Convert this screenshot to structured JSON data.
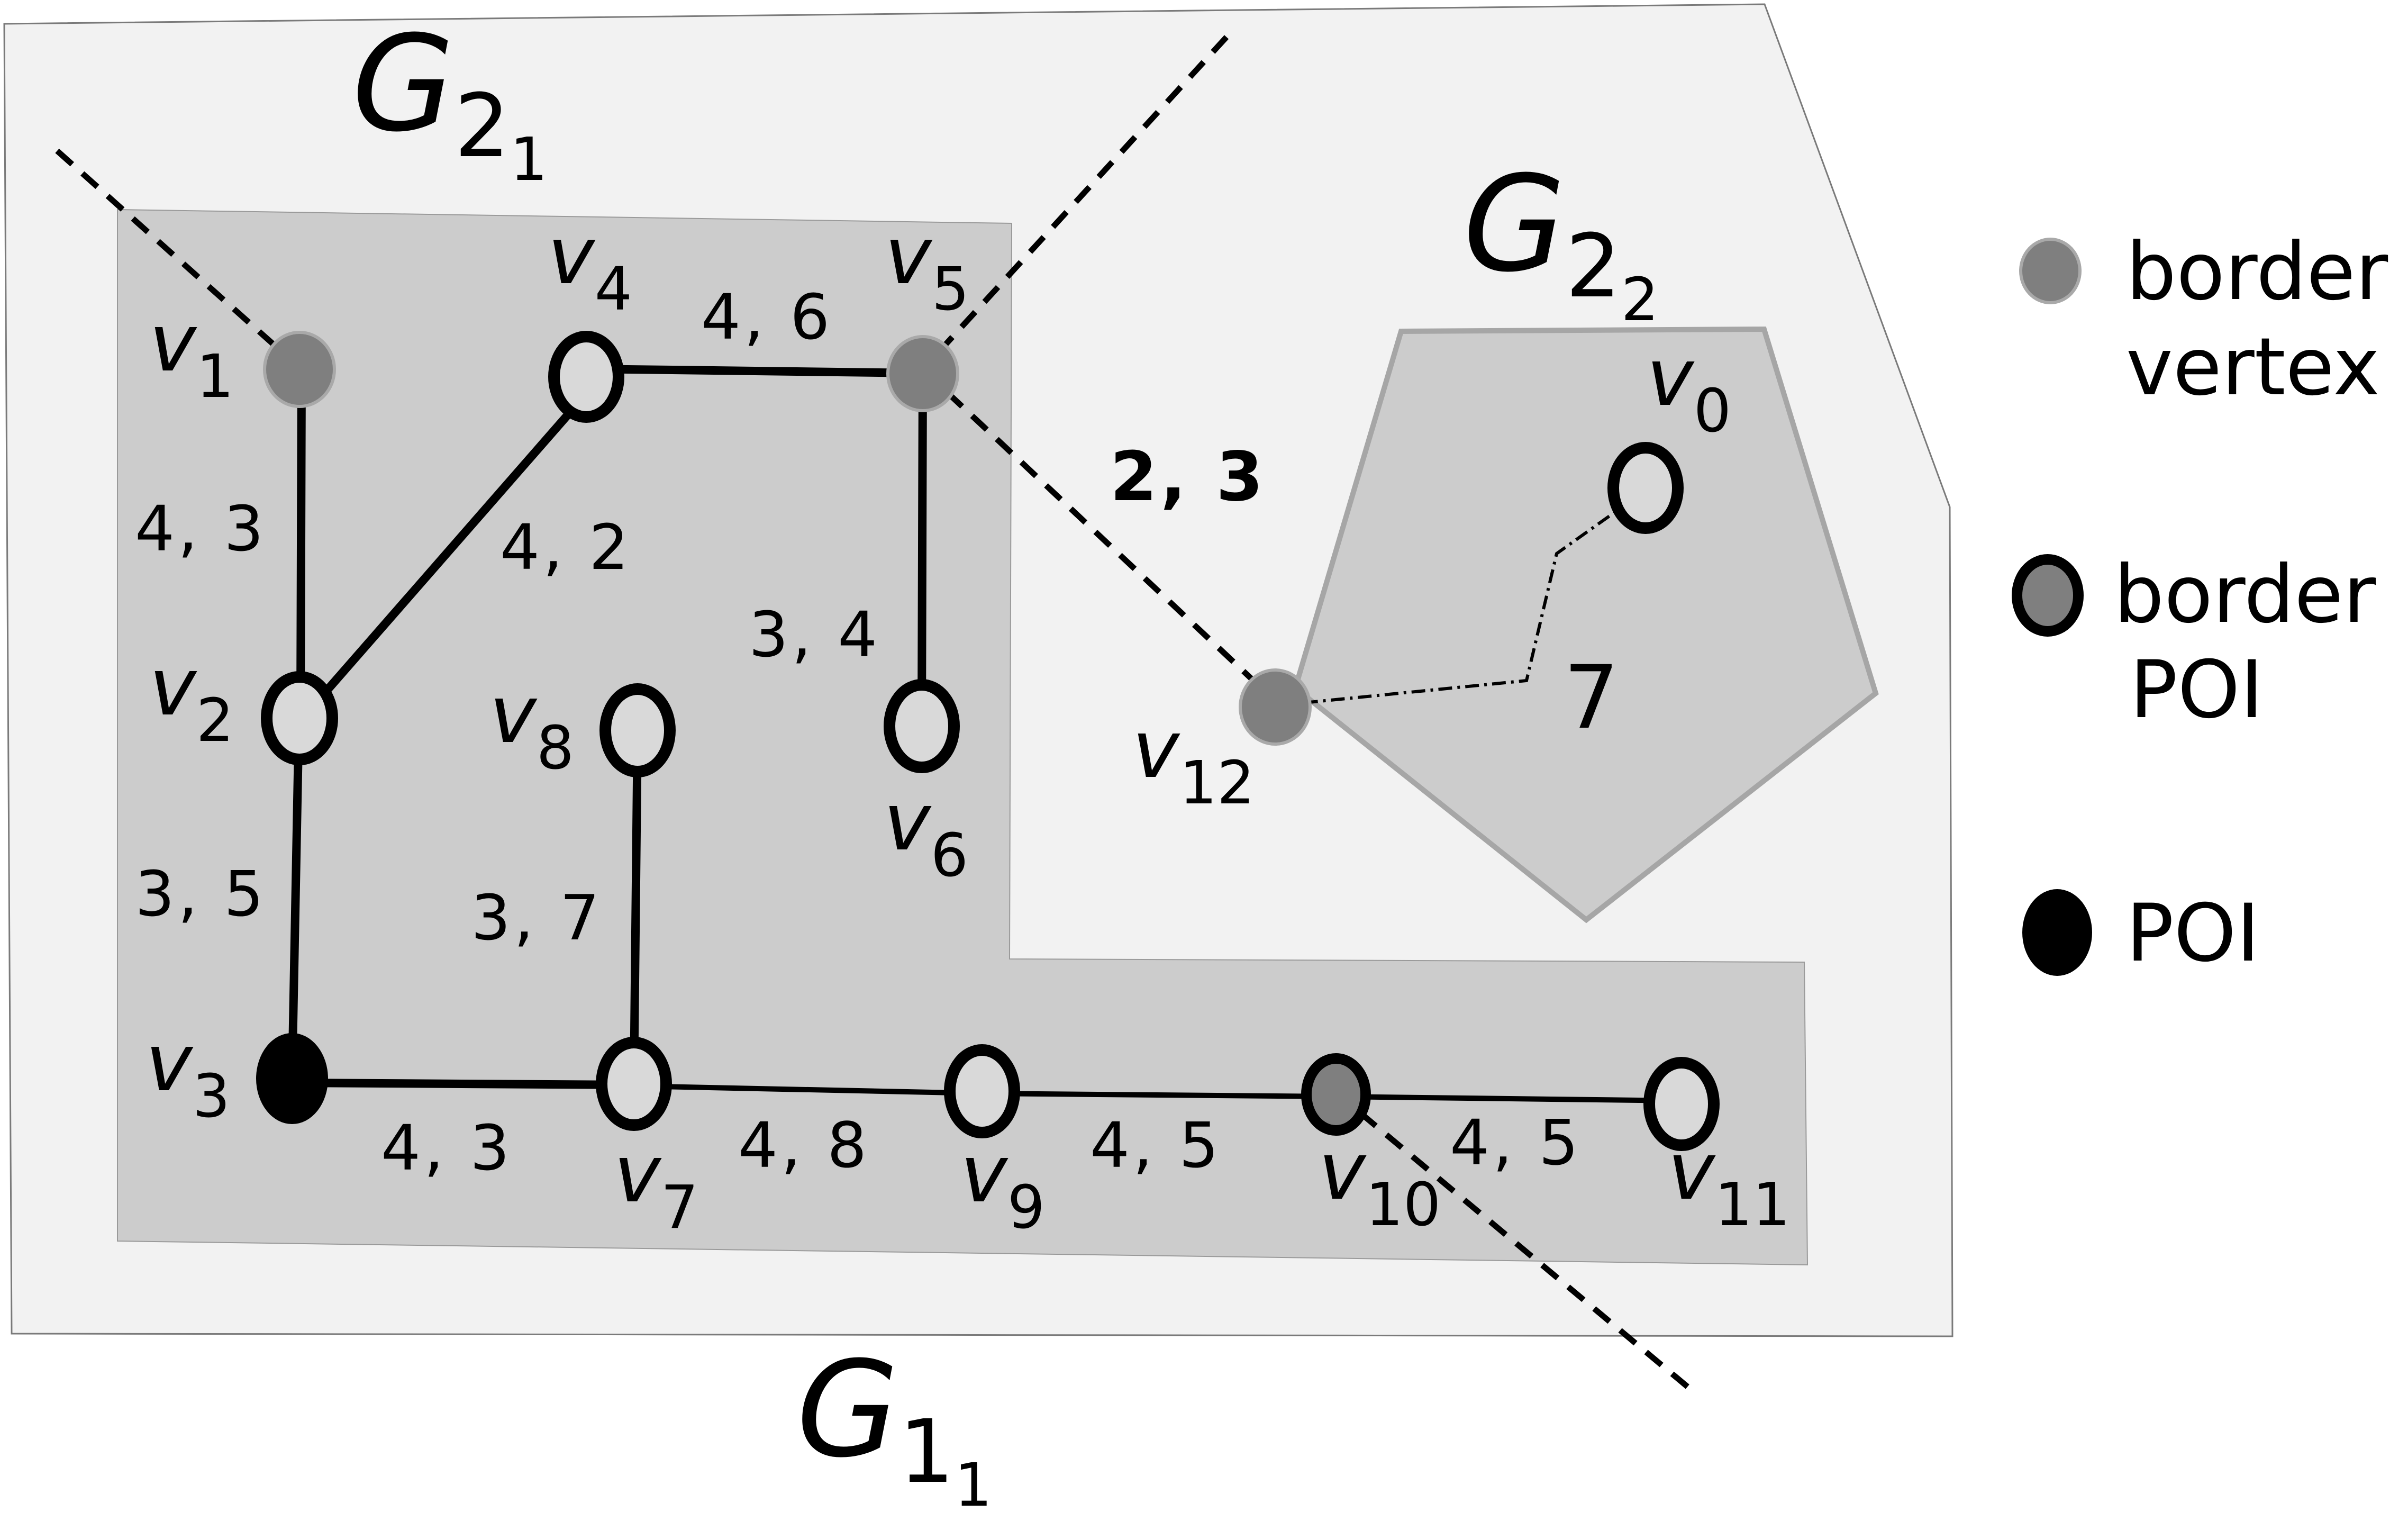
{
  "regions": {
    "g11": {
      "base": "G",
      "sub": "1",
      "subsub": "1"
    },
    "g21": {
      "base": "G",
      "sub": "2",
      "subsub": "1"
    },
    "g22": {
      "base": "G",
      "sub": "2",
      "subsub": "2"
    }
  },
  "vertices": {
    "v0": {
      "base": "v",
      "sub": "0",
      "kind": "poi"
    },
    "v1": {
      "base": "v",
      "sub": "1",
      "kind": "border-vertex"
    },
    "v2": {
      "base": "v",
      "sub": "2",
      "kind": "poi"
    },
    "v3": {
      "base": "v",
      "sub": "3",
      "kind": "poi-black"
    },
    "v4": {
      "base": "v",
      "sub": "4",
      "kind": "poi"
    },
    "v5": {
      "base": "v",
      "sub": "5",
      "kind": "border-vertex"
    },
    "v6": {
      "base": "v",
      "sub": "6",
      "kind": "poi"
    },
    "v7": {
      "base": "v",
      "sub": "7",
      "kind": "poi"
    },
    "v8": {
      "base": "v",
      "sub": "8",
      "kind": "poi"
    },
    "v9": {
      "base": "v",
      "sub": "9",
      "kind": "poi"
    },
    "v10": {
      "base": "v",
      "sub": "10",
      "kind": "border-poi"
    },
    "v11": {
      "base": "v",
      "sub": "11",
      "kind": "poi"
    },
    "v12": {
      "base": "v",
      "sub": "12",
      "kind": "border-vertex"
    }
  },
  "edges": {
    "v1_v2": "4, 3",
    "v2_v4": "4, 2",
    "v4_v5": "4, 6",
    "v5_v6": "3, 4",
    "v2_v3": "3, 5",
    "v8_v7": "3, 7",
    "v3_v7": "4, 3",
    "v7_v9": "4, 8",
    "v9_v10": "4, 5",
    "v10_v11": "4, 5",
    "v5_v12": "2, 3",
    "v12_v0": "7"
  },
  "legend": {
    "border_vertex": {
      "line1": "border",
      "line2": "vertex"
    },
    "border_poi": {
      "line1": "border",
      "line2": "POI"
    },
    "poi": {
      "line1": "POI"
    }
  },
  "colors": {
    "outer_region": "#f2f2f2",
    "inner_region": "#cccccc",
    "border_node": "#7f7f7f",
    "poi_fill": "#d9d9d9",
    "stroke": "#000000"
  }
}
